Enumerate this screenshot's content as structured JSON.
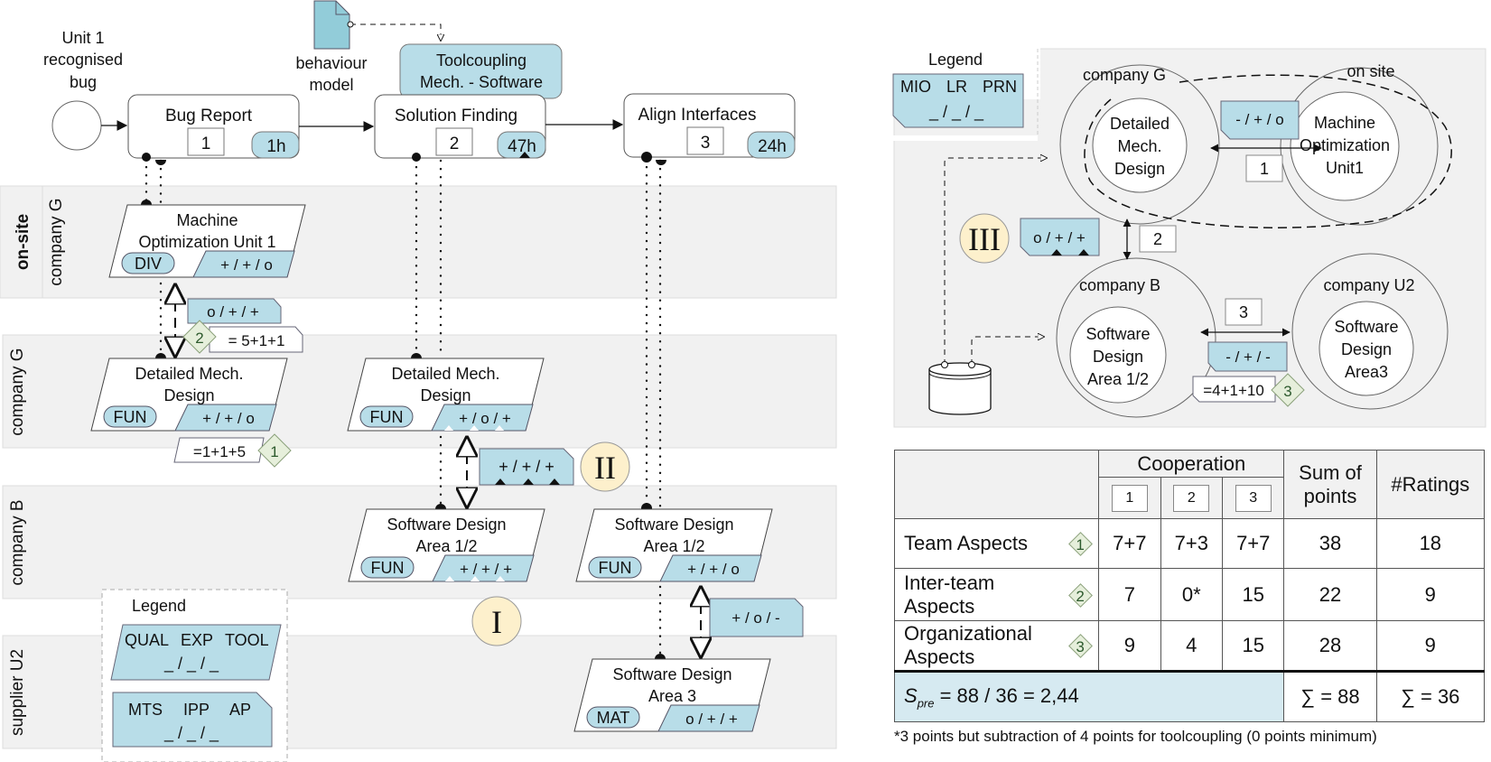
{
  "colors": {
    "blue_fill": "#b8dde8",
    "lane_fill": "#f1f1f1",
    "roman_fill": "#fdf0cc",
    "diamond_fill": "#e6efdb",
    "sum_fill": "#d6eaf1"
  },
  "process": {
    "start_event": "Unit 1 recognised bug",
    "artifact": "behaviour model",
    "tool_box": "Toolcoupling Mech. - Software",
    "steps": [
      {
        "label": "Bug Report",
        "number": "1",
        "duration": "1h"
      },
      {
        "label": "Solution Finding",
        "number": "2",
        "duration": "47h"
      },
      {
        "label": "Align Interfaces",
        "number": "3",
        "duration": "24h"
      }
    ]
  },
  "lanes": [
    {
      "group": "on-site",
      "label": "company G"
    },
    {
      "group": "",
      "label": "company G"
    },
    {
      "group": "",
      "label": "company B"
    },
    {
      "group": "",
      "label": "supplier U2"
    }
  ],
  "teams": [
    {
      "line1": "Machine",
      "line2": "Optimization Unit 1",
      "tag": "DIV",
      "rating": "+ / + / o"
    },
    {
      "line1": "Detailed Mech.",
      "line2": "Design",
      "tag": "FUN",
      "rating": "+ / + / o"
    },
    {
      "line1": "Detailed Mech.",
      "line2": "Design",
      "tag": "FUN",
      "rating": "+ / o / +"
    },
    {
      "line1": "Software Design",
      "line2": "Area 1/2",
      "tag": "FUN",
      "rating": "+ / + / +"
    },
    {
      "line1": "Software Design",
      "line2": "Area 1/2",
      "tag": "FUN",
      "rating": "+ / + / o"
    },
    {
      "line1": "Software Design",
      "line2": "Area 3",
      "tag": "MAT",
      "rating": "o / + / +"
    }
  ],
  "interfaces": [
    {
      "rating": "o / + / +",
      "formula": "= 5+1+1",
      "badge": "2"
    },
    {
      "rating": "+ / + / +",
      "roman": "II"
    },
    {
      "rating": "+ / o / -"
    }
  ],
  "team_formula": {
    "text": "=1+1+5",
    "badge": "1"
  },
  "roman_I": "I",
  "legend_left": {
    "title": "Legend",
    "team_row": [
      "QUAL",
      "EXP",
      "TOOL"
    ],
    "interface_row": [
      "MTS",
      "IPP",
      "AP"
    ],
    "placeholder": "_ / _ / _"
  },
  "org_view": {
    "legend": {
      "title": "Legend",
      "row": [
        "MIO",
        "LR",
        "PRN"
      ],
      "placeholder": "_ / _ / _"
    },
    "roman": "III",
    "circles": [
      {
        "outer": "company G",
        "inner": [
          "Detailed",
          "Mech.",
          "Design"
        ]
      },
      {
        "outer": "on site",
        "inner": [
          "Machine",
          "Optimization",
          "Unit1"
        ]
      },
      {
        "outer": "company B",
        "inner": [
          "Software",
          "Design",
          "Area 1/2"
        ]
      },
      {
        "outer": "company U2",
        "inner": [
          "Software",
          "Design",
          "Area3"
        ]
      }
    ],
    "links": [
      {
        "number": "1",
        "rating": "- / + / o"
      },
      {
        "number": "2",
        "rating": "o / + / +"
      },
      {
        "number": "3",
        "rating": "- / + / -",
        "formula": "=4+1+10",
        "badge": "3"
      }
    ]
  },
  "table": {
    "cooperation_header": "Cooperation",
    "coop_numbers": [
      "1",
      "2",
      "3"
    ],
    "sum_header": "Sum of points",
    "ratings_header": "#Ratings",
    "rows": [
      {
        "label": "Team Aspects",
        "badge": "1",
        "c1": "7+7",
        "c2": "7+3",
        "c3": "7+7",
        "sum": "38",
        "ratings": "18"
      },
      {
        "label": "Inter-team Aspects",
        "badge": "2",
        "c1": "7",
        "c2": "0*",
        "c3": "15",
        "sum": "22",
        "ratings": "9"
      },
      {
        "label": "Organizational Aspects",
        "badge": "3",
        "c1": "9",
        "c2": "4",
        "c3": "15",
        "sum": "28",
        "ratings": "9"
      }
    ],
    "spre_symbol": "S",
    "spre_sub": "pre",
    "spre_rest": " = 88 / 36 = 2,44",
    "total_points": "∑ = 88",
    "total_ratings": "∑ = 36",
    "footnote": "*3 points but subtraction of 4 points for toolcoupling (0 points minimum)"
  }
}
